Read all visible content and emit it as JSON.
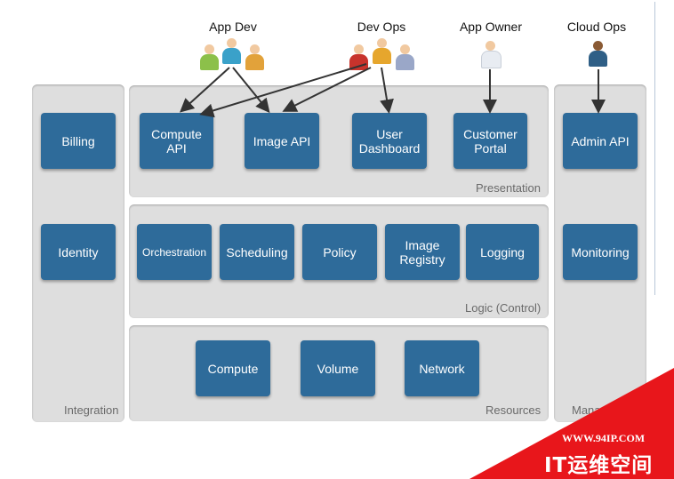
{
  "roles": {
    "app_dev": "App Dev",
    "dev_ops": "Dev Ops",
    "app_owner": "App Owner",
    "cloud_ops": "Cloud Ops"
  },
  "integration": {
    "label": "Integration",
    "boxes": [
      "Billing",
      "Identity"
    ]
  },
  "presentation": {
    "label": "Presentation",
    "boxes": [
      "Compute\nAPI",
      "Image API",
      "User\nDashboard",
      "Customer\nPortal"
    ]
  },
  "logic": {
    "label": "Logic (Control)",
    "boxes": [
      "Orchestration",
      "Scheduling",
      "Policy",
      "Image\nRegistry",
      "Logging"
    ]
  },
  "resources": {
    "label": "Resources",
    "boxes": [
      "Compute",
      "Volume",
      "Network"
    ]
  },
  "management": {
    "label": "Mana",
    "boxes": [
      "Admin API",
      "Monitoring"
    ]
  },
  "watermark": {
    "url": "WWW.94IP.COM",
    "text": "IT运维空间"
  },
  "colors": {
    "box": "#2e6b9a",
    "panel": "#dedede",
    "banner": "#e8161b"
  }
}
